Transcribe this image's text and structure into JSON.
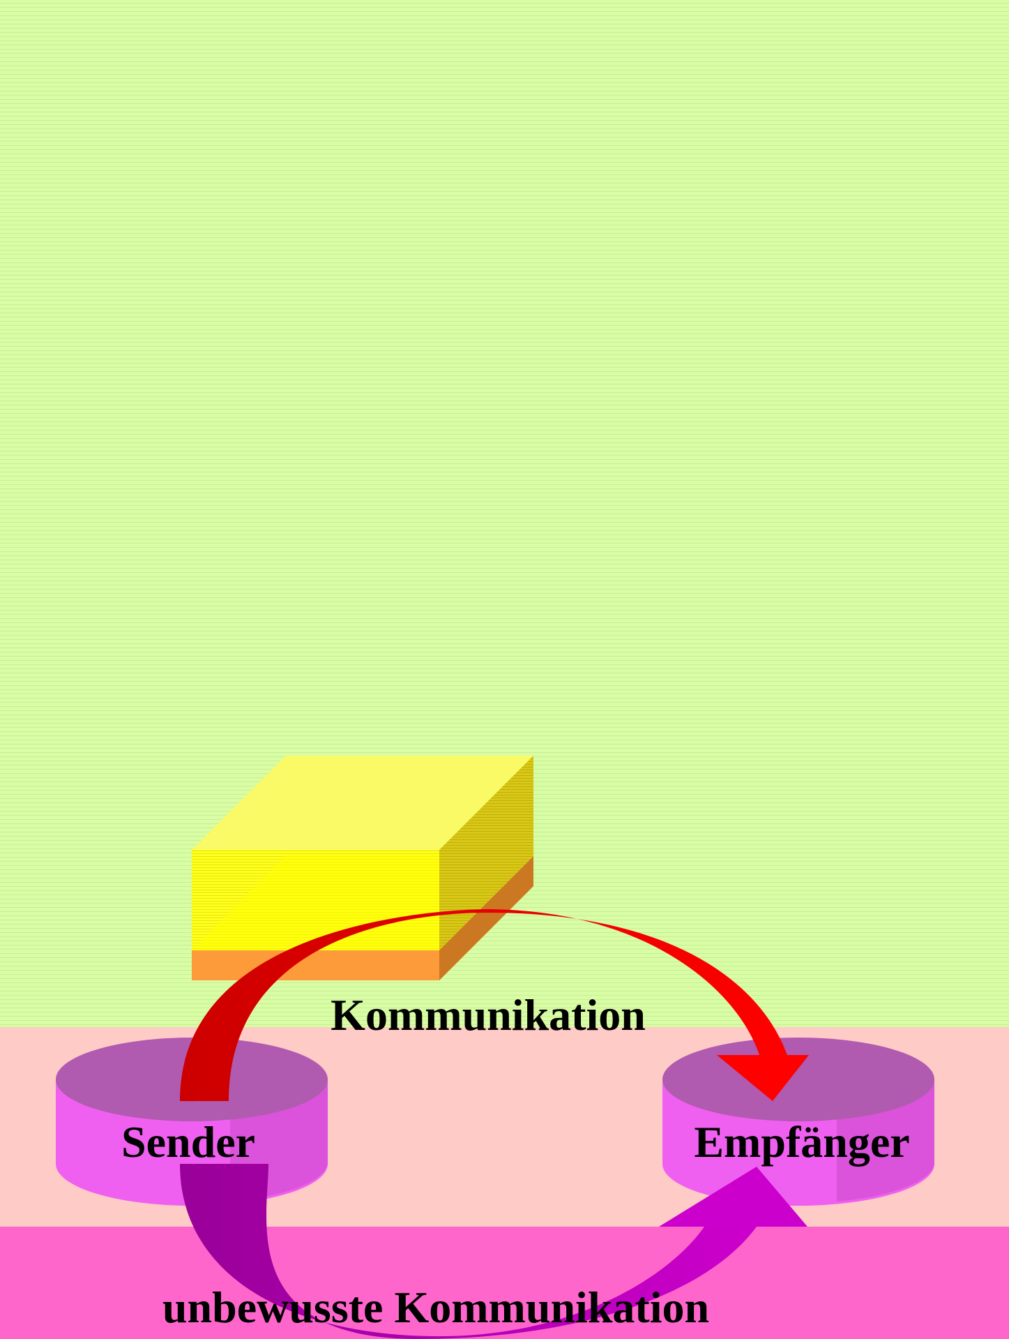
{
  "diagram": {
    "labels": {
      "kommunikation": "Kommunikation",
      "sender": "Sender",
      "empfaenger": "Empfänger",
      "unbewusste": "unbewusste Kommunikation"
    },
    "colors": {
      "green_band": "#d9fca6",
      "pink_band": "#fecbc6",
      "magenta_band": "#ff66cc",
      "box_top": "#fafa66",
      "box_front": "#ffff22",
      "box_side": "#d9c81a",
      "box_base_front": "#fd9a3a",
      "box_base_side": "#cc7722",
      "disk_top": "#b05ab0",
      "disk_side": "#f060f0",
      "arrow_red_dark": "#cc0000",
      "arrow_red": "#ff0000",
      "arrow_purple_dark": "#990099",
      "arrow_purple": "#cc00cc"
    }
  }
}
